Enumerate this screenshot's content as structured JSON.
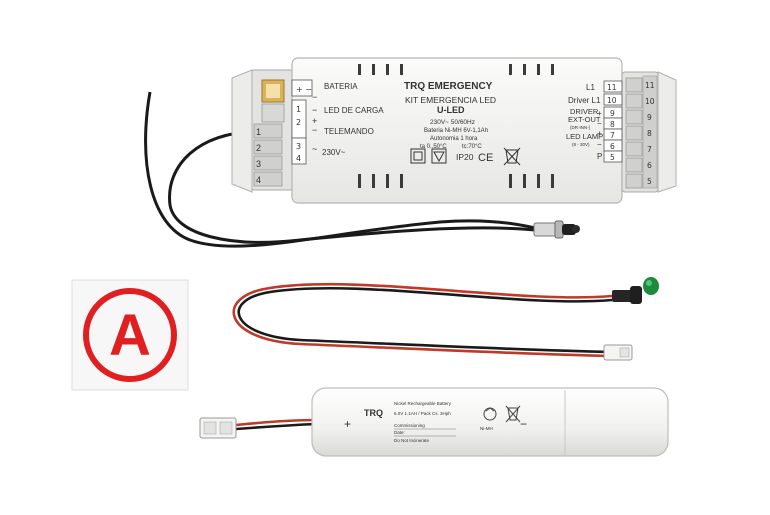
{
  "driver": {
    "brand": "TRQ",
    "brand_suffix": "EMERGENCY",
    "title": "KIT EMERGENCIA LED",
    "model": "U-LED",
    "spec_voltage": "230V~ 50/60Hz",
    "spec_battery": "Bateria Ni-MH 6V-1,1Ah",
    "spec_autonomy": "Autonomia 1 hora",
    "spec_temp_a": "ta 0..50°C",
    "spec_temp_c": "tc:70°C",
    "ip_rating": "IP20",
    "ce_mark": "CE",
    "left_labels": {
      "bateria": "BATERIA",
      "led_carga": "LED DE CARGA",
      "telemando": "TELEMANDO",
      "mains": "230V~"
    },
    "left_terminals": [
      "1",
      "2",
      "3",
      "4"
    ],
    "right_labels": {
      "l1": "L1",
      "driver_l1": "Driver L1",
      "driver": "DRIVER",
      "ext_out": "EXT-OUT",
      "ext_out_note": "(DR-INN-)",
      "led_lamp": "LED LAMP",
      "led_lamp_note": "(8 - 30V)",
      "p": "P"
    },
    "right_inner_terminals": [
      "11",
      "10",
      "9",
      "8",
      "7",
      "6",
      "5"
    ],
    "right_outer_terminals": [
      "11",
      "10",
      "9",
      "8",
      "7",
      "6",
      "5"
    ]
  },
  "battery": {
    "brand": "TRQ",
    "line1": "Nickel Rechargeable Battery",
    "line2": "6.0V  1.1AH / Pack  Cs. 3Hph",
    "line3": "Commissioning",
    "line4": "Date:",
    "line5": "Do Not Incinerate",
    "plus": "+",
    "minus": "−",
    "ni_mh": "Ni-MH"
  },
  "sticker": {
    "letter": "A"
  },
  "colors": {
    "housing": "#f2f2f0",
    "terminal": "#d9d9d9",
    "wire_red": "#c0392b",
    "wire_black": "#1a1a1a",
    "sticker_red": "#e02020",
    "led_green": "#1e8a3c"
  }
}
